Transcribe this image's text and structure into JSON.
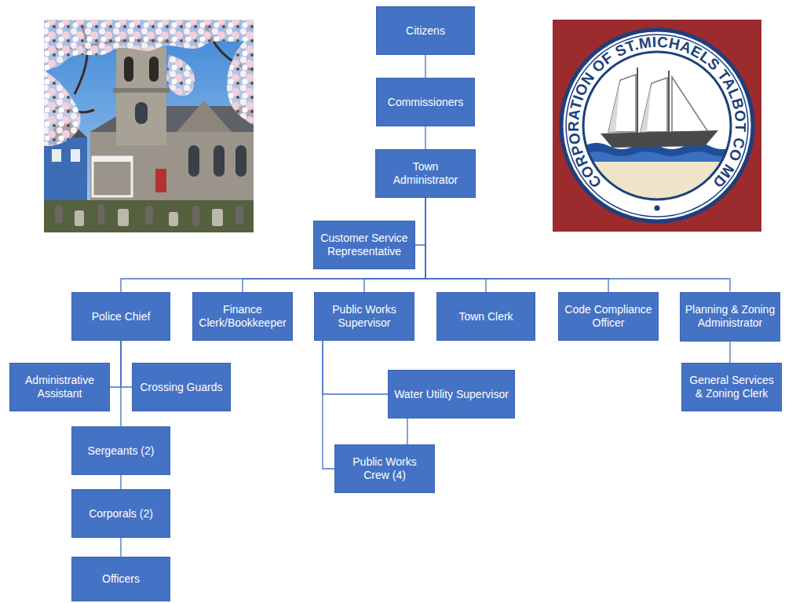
{
  "diagram": {
    "nodes": [
      {
        "text": [
          "Citizens"
        ]
      },
      {
        "text": [
          "Commissioners"
        ]
      },
      {
        "text": [
          "Town Administrator"
        ]
      },
      {
        "text": [
          "Customer Service Representative"
        ]
      },
      {
        "text": [
          "Police Chief"
        ]
      },
      {
        "text": [
          "Finance Clerk/Bookkeeper"
        ]
      },
      {
        "text": [
          "Public Works Supervisor"
        ]
      },
      {
        "text": [
          "Town Clerk"
        ]
      },
      {
        "text": [
          "Code Compliance Officer"
        ]
      },
      {
        "text": [
          "Planning & Zoning Administrator"
        ]
      },
      {
        "text": [
          "Administrative Assistant"
        ]
      },
      {
        "text": [
          "Crossing Guards"
        ]
      },
      {
        "text": [
          "Water Utility Supervisor"
        ]
      },
      {
        "text": [
          "General Services & Zoning Clerk"
        ]
      },
      {
        "text": [
          "Sergeants (2)"
        ]
      },
      {
        "text": [
          "Public Works Crew (4)"
        ]
      },
      {
        "text": [
          "Corporals (2)"
        ]
      },
      {
        "text": [
          "Officers"
        ]
      }
    ],
    "edges": [
      {
        "from": 0,
        "to": 1,
        "arrow": "none"
      },
      {
        "from": 1,
        "to": 2,
        "arrow": "none"
      },
      {
        "from": 2,
        "to": 3,
        "arrow": "none"
      },
      {
        "from": 2,
        "to": 4,
        "arrow": "none"
      },
      {
        "from": 2,
        "to": 5,
        "arrow": "none"
      },
      {
        "from": 2,
        "to": 6,
        "arrow": "none"
      },
      {
        "from": 2,
        "to": 7,
        "arrow": "none"
      },
      {
        "from": 2,
        "to": 8,
        "arrow": "none"
      },
      {
        "from": 2,
        "to": 9,
        "arrow": "none"
      },
      {
        "from": 4,
        "to": 10,
        "arrow": "none"
      },
      {
        "from": 4,
        "to": 11,
        "arrow": "none"
      },
      {
        "from": 4,
        "to": 14,
        "arrow": "none"
      },
      {
        "from": 6,
        "to": 12,
        "arrow": "none"
      },
      {
        "from": 6,
        "to": 15,
        "arrow": "none"
      },
      {
        "from": 12,
        "to": 15,
        "arrow": "none"
      },
      {
        "from": 9,
        "to": 13,
        "arrow": "none"
      },
      {
        "from": 14,
        "to": 16,
        "arrow": "none"
      },
      {
        "from": 16,
        "to": 17,
        "arrow": "none"
      }
    ],
    "labels": [
      "CORPORATION OF ST.MICHAELS TALBOT CO MD"
    ]
  }
}
